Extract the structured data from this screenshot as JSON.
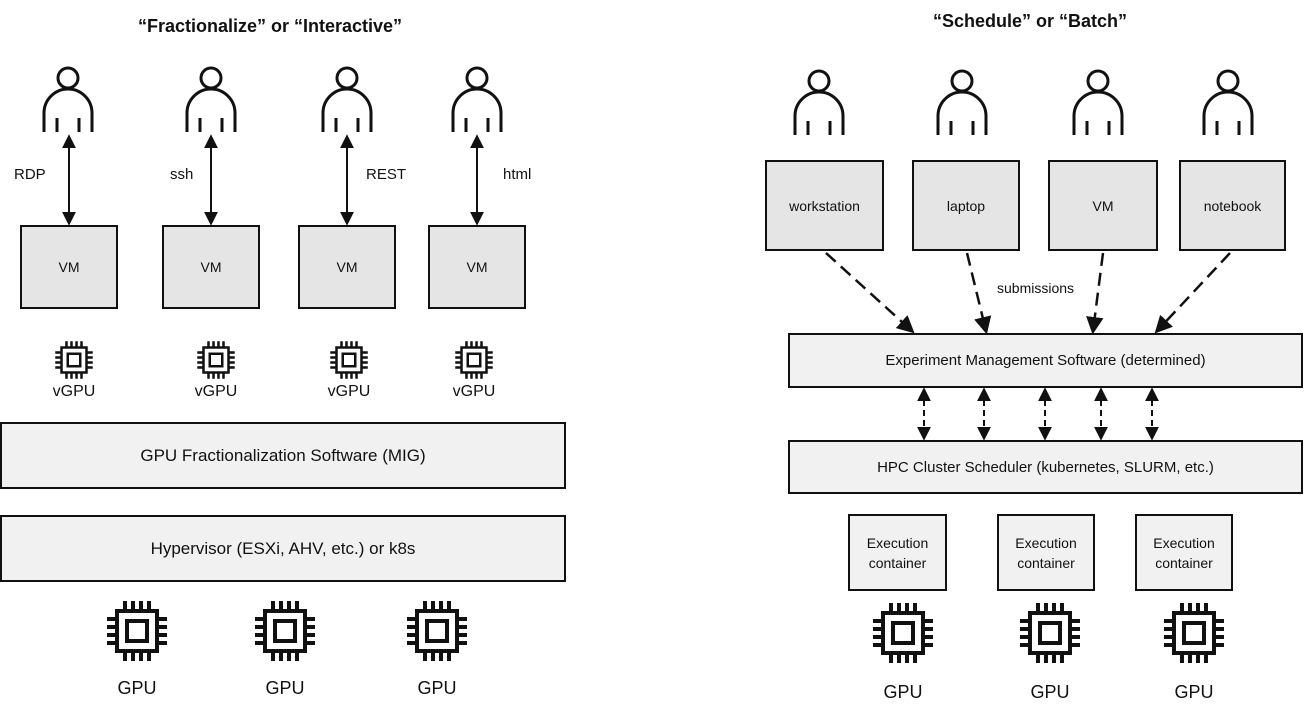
{
  "left": {
    "title": "“Fractionalize” or “Interactive”",
    "protocols": [
      "RDP",
      "ssh",
      "REST",
      "html"
    ],
    "vms": [
      "VM",
      "VM",
      "VM",
      "VM"
    ],
    "vgpus": [
      "vGPU",
      "vGPU",
      "vGPU",
      "vGPU"
    ],
    "fractionalization": "GPU Fractionalization Software (MIG)",
    "hypervisor": "Hypervisor (ESXi, AHV, etc.) or k8s",
    "gpus": [
      "GPU",
      "GPU",
      "GPU"
    ]
  },
  "right": {
    "title": "“Schedule” or “Batch”",
    "clients": [
      "workstation",
      "laptop",
      "VM",
      "notebook"
    ],
    "submissions_label": "submissions",
    "experiment_mgmt": "Experiment Management Software (determined)",
    "scheduler": "HPC Cluster Scheduler (kubernetes, SLURM, etc.)",
    "containers": [
      "Execution container",
      "Execution container",
      "Execution container"
    ],
    "gpus": [
      "GPU",
      "GPU",
      "GPU"
    ]
  },
  "icons": {
    "user": "person-icon",
    "chip": "gpu-chip-icon"
  },
  "colors": {
    "box_fill": "#e5e5e5",
    "layer_fill": "#f1f1f1",
    "stroke": "#111111"
  }
}
